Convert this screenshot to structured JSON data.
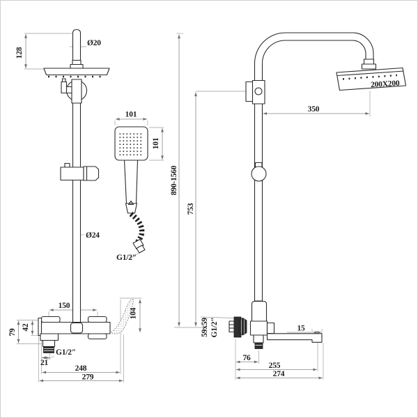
{
  "drawing": {
    "type": "shower-column-technical-drawing",
    "colors": {
      "line": "#2b2b2b",
      "dimension": "#878787",
      "background": "#ffffff"
    }
  },
  "labels": {
    "front_view": {
      "head_pipe_diameter": "Ø20",
      "head_pipe_height": "128",
      "hand_shower_width": "101",
      "hand_shower_height": "101",
      "column_diameter": "Ø24",
      "hose_thread": "G1/2″",
      "bracket_spacing": "150",
      "body_height": "42",
      "body_total_height": "79",
      "outlet_offset": "21",
      "outlet_thread": "G1/2″",
      "valve_width": "248",
      "valve_total_width": "279",
      "handle_height": "104"
    },
    "side_view": {
      "shower_head_size": "200X200",
      "head_reach": "350",
      "total_height_range": "890-1560",
      "column_height": "753",
      "flange_size": "59x59",
      "inlet_thread": "G1/2″",
      "spout_lip": "15",
      "outlet_offset": "76",
      "spout_reach": "255",
      "total_reach": "274"
    }
  }
}
